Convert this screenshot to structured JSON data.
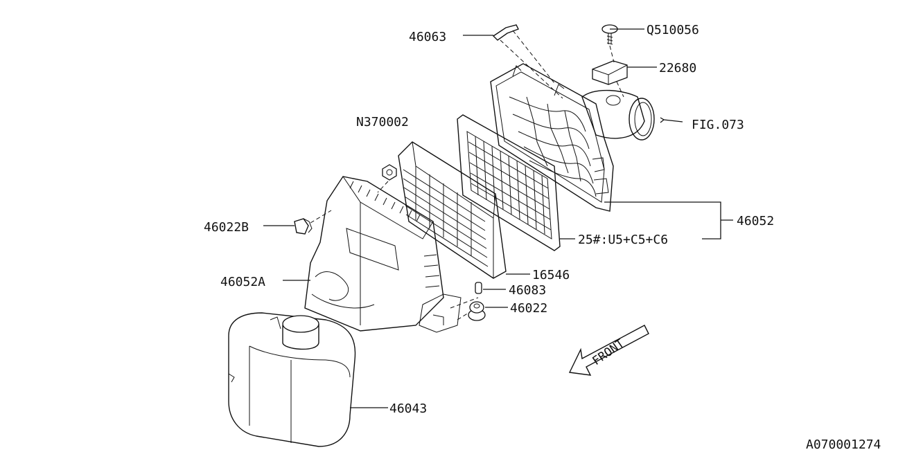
{
  "diagram": {
    "labels": {
      "p46063": "46063",
      "pQ510056": "Q510056",
      "p22680": "22680",
      "pFIG073": "FIG.073",
      "pN370002": "N370002",
      "p46052": "46052",
      "p46022B": "46022B",
      "pApplicability": "25#:U5+C5+C6",
      "p46052A": "46052A",
      "p16546": "16546",
      "p46083": "46083",
      "p46022": "46022",
      "p46043": "46043",
      "front": "FRONT",
      "drawing_number": "A070001274"
    }
  }
}
